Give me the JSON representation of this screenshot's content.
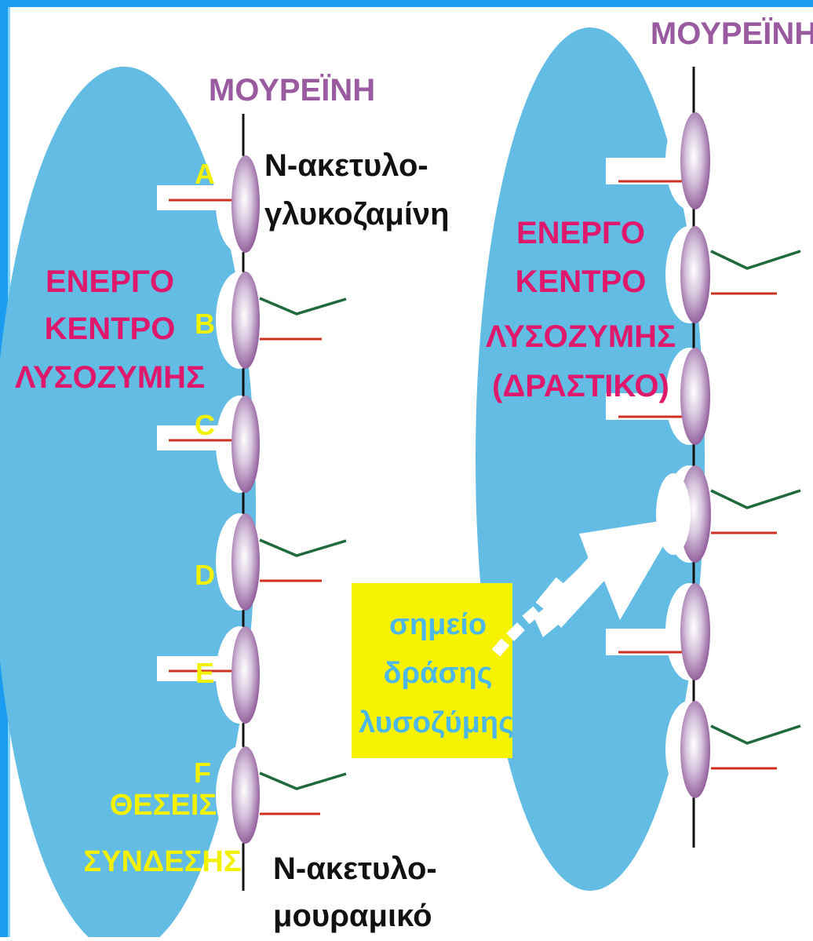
{
  "colors": {
    "frame": "#1a9cf0",
    "frame_light": "#7fd3ff",
    "enzyme": "#62bce4",
    "background": "#ffffff",
    "murein_label": "#9a5aa0",
    "active_site_label": "#e0186c",
    "site_letters": "#f2f200",
    "chain_text": "#111111",
    "action_box": "#f7f200",
    "action_text": "#4db8e8",
    "red_branch": "#d03020",
    "green_branch": "#1e6a3a",
    "sugar_light": "#ffffff",
    "sugar_mid": "#cdb6d6",
    "sugar_dark": "#8a5294"
  },
  "left_panel": {
    "murein_label": "ΜΟΥΡΕΪΝΗ",
    "active_site": [
      "ΕΝΕΡΓΟ",
      "ΚΕΝΤΡΟ",
      "ΛΥΣΟΖΥΜΗΣ"
    ],
    "site_letters": [
      "A",
      "B",
      "C",
      "D",
      "E",
      "F"
    ],
    "binding_sites": [
      "ΘΕΣΕΙΣ",
      "ΣΥΝΔΕΣΗΣ"
    ],
    "nag_label": [
      "N-ακετυλο-",
      "γλυκοζαμίνη"
    ],
    "nam_label": [
      "N-ακετυλο-",
      "μουραμικό"
    ]
  },
  "right_panel": {
    "murein_label": "ΜΟΥΡΕΪΝΗ",
    "active_site": [
      "ΕΝΕΡΓΟ",
      "ΚΕΝΤΡΟ",
      "ΛΥΣΟΖΥΜΗΣ",
      "(ΔΡΑΣΤΙΚΟ)"
    ]
  },
  "action_site": [
    "σημείο",
    "δράσης",
    "λυσοζύμης"
  ]
}
